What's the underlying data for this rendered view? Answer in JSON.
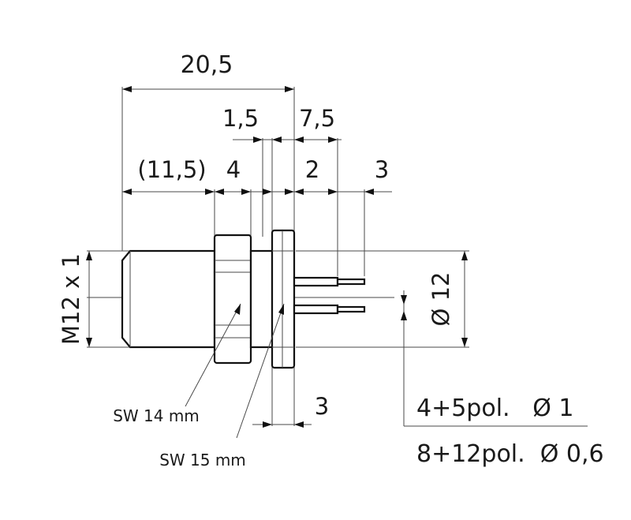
{
  "dimensions": {
    "overall_length": "20,5",
    "flange_thickness": "1,5",
    "pin_length": "7,5",
    "body_length": "(11,5)",
    "hex_width": "4",
    "pin_offset": "2",
    "pin_tip": "3",
    "thread": "M12 x 1",
    "diameter": "Ø 12",
    "bottom_offset": "3"
  },
  "labels": {
    "sw14": "SW 14 mm",
    "sw15": "SW 15 mm"
  },
  "pin_table": {
    "row1": "4+5pol.   Ø 1",
    "row2": "8+12pol.  Ø 0,6"
  }
}
